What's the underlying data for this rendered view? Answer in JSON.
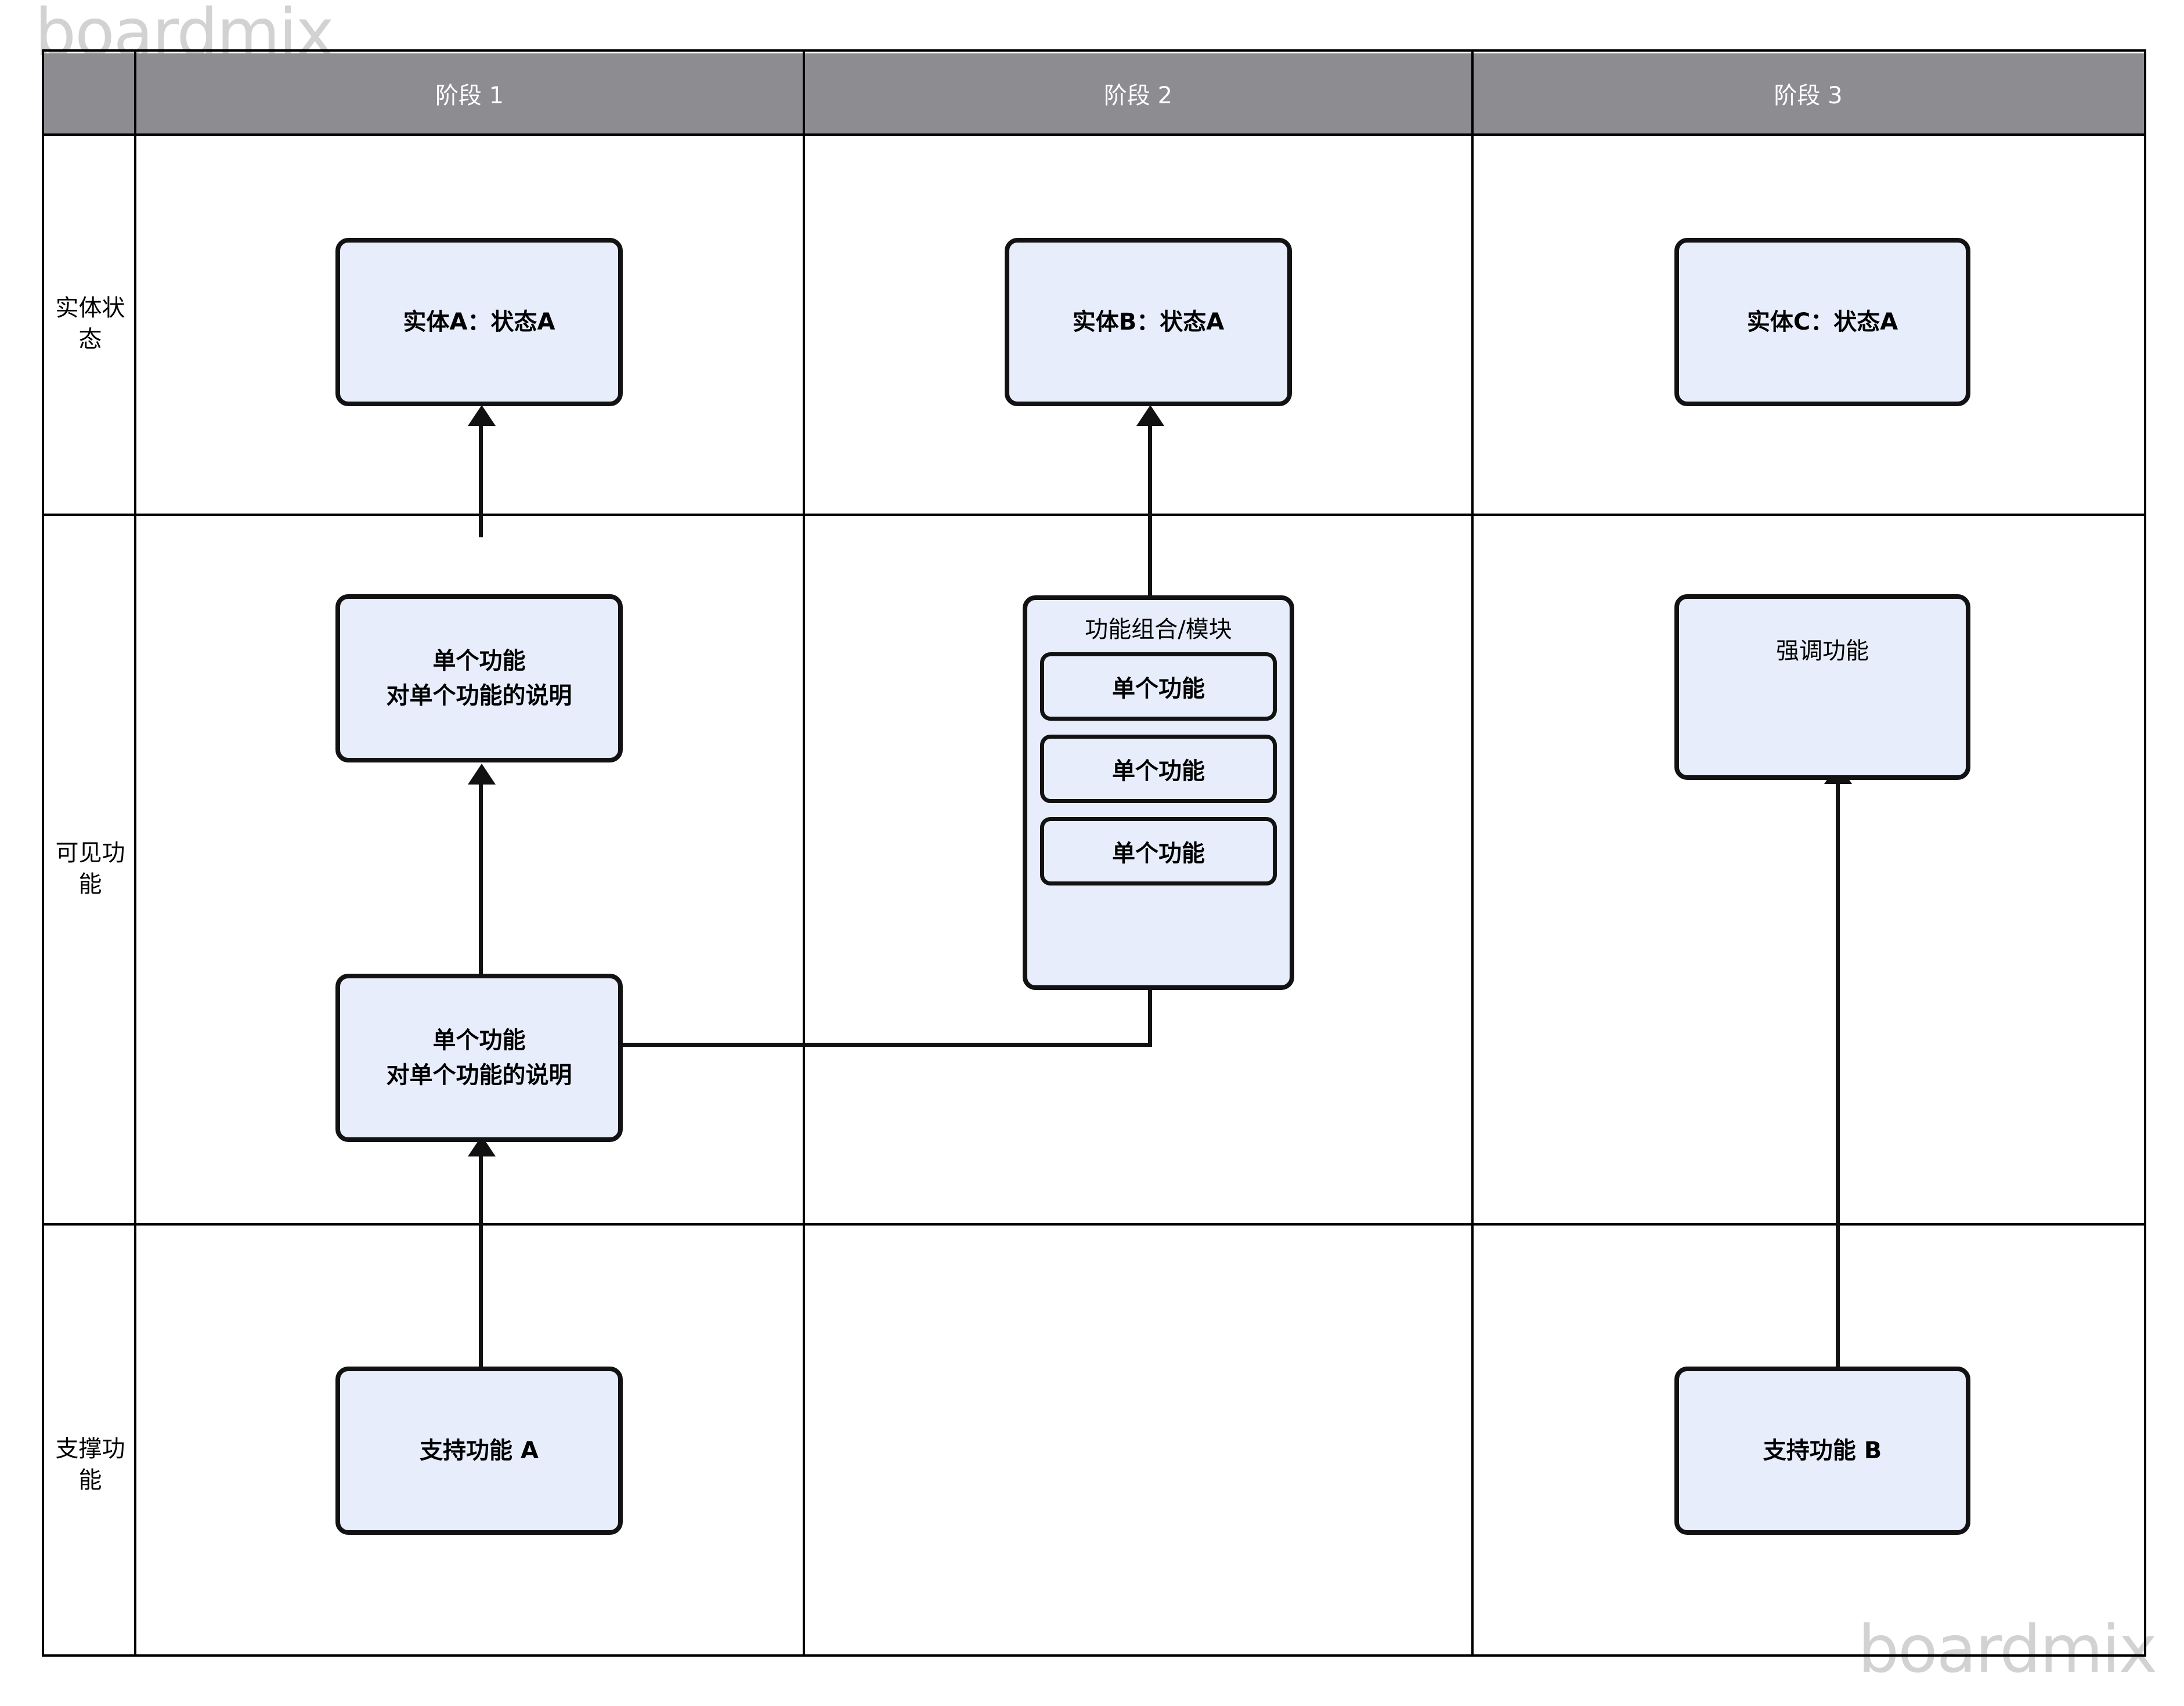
{
  "watermark": {
    "top_left": "boardmix",
    "bottom_right": "boardmix"
  },
  "table": {
    "header": {
      "corner_label": "",
      "columns": [
        {
          "label": "阶段 1"
        },
        {
          "label": "阶段 2"
        },
        {
          "label": "阶段 3"
        }
      ]
    },
    "rows": [
      {
        "label": "实体状态"
      },
      {
        "label": "可见功能"
      },
      {
        "label": "支撑功能"
      }
    ]
  },
  "nodes": {
    "entity_a": {
      "line1": "实体A：状态A"
    },
    "entity_b": {
      "line1": "实体B：状态A"
    },
    "entity_c": {
      "line1": "实体C：状态A"
    },
    "feature_s1_top": {
      "line1": "单个功能",
      "line2": "对单个功能的说明"
    },
    "feature_s1_bottom": {
      "line1": "单个功能",
      "line2": "对单个功能的说明"
    },
    "module_s2": {
      "title": "功能组合/模块",
      "items": [
        {
          "label": "单个功能"
        },
        {
          "label": "单个功能"
        },
        {
          "label": "单个功能"
        }
      ]
    },
    "feature_s3": {
      "line1": "强调功能"
    },
    "support_a": {
      "line1": "支持功能 A"
    },
    "support_b": {
      "line1": "支持功能 B"
    }
  },
  "colors": {
    "node_fill": "#e7edfb",
    "node_border": "#121212",
    "header_band": "#8c8c91",
    "header_text": "#ffffff",
    "grid_line": "#000000",
    "watermark": "#d2d2d2"
  }
}
